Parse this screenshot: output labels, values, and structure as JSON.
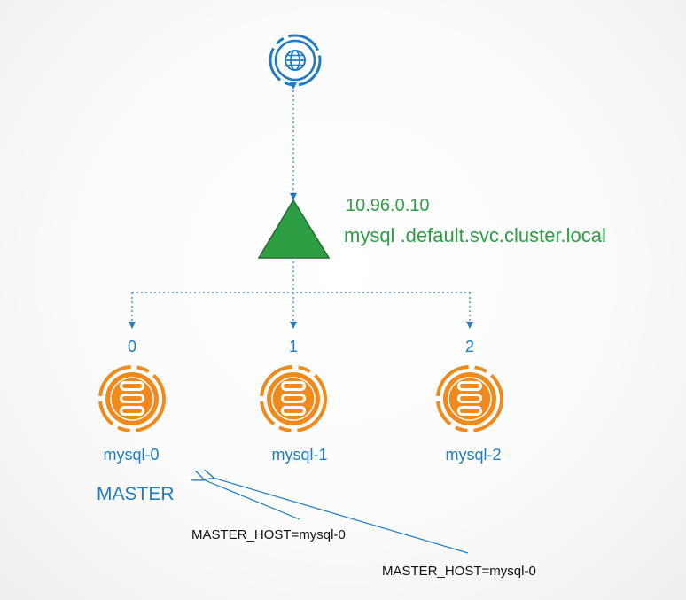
{
  "service": {
    "ip": "10.96.0.10",
    "dns": "mysql .default.svc.cluster.local"
  },
  "pods": [
    {
      "index": "0",
      "name": "mysql-0"
    },
    {
      "index": "1",
      "name": "mysql-1"
    },
    {
      "index": "2",
      "name": "mysql-2"
    }
  ],
  "master_label": "MASTER",
  "env_labels": [
    "MASTER_HOST=mysql-0",
    "MASTER_HOST=mysql-0"
  ],
  "colors": {
    "blue": "#1f7bc4",
    "green": "#2e9e44",
    "orange": "#f08a1d",
    "dark_text": "#111111"
  }
}
